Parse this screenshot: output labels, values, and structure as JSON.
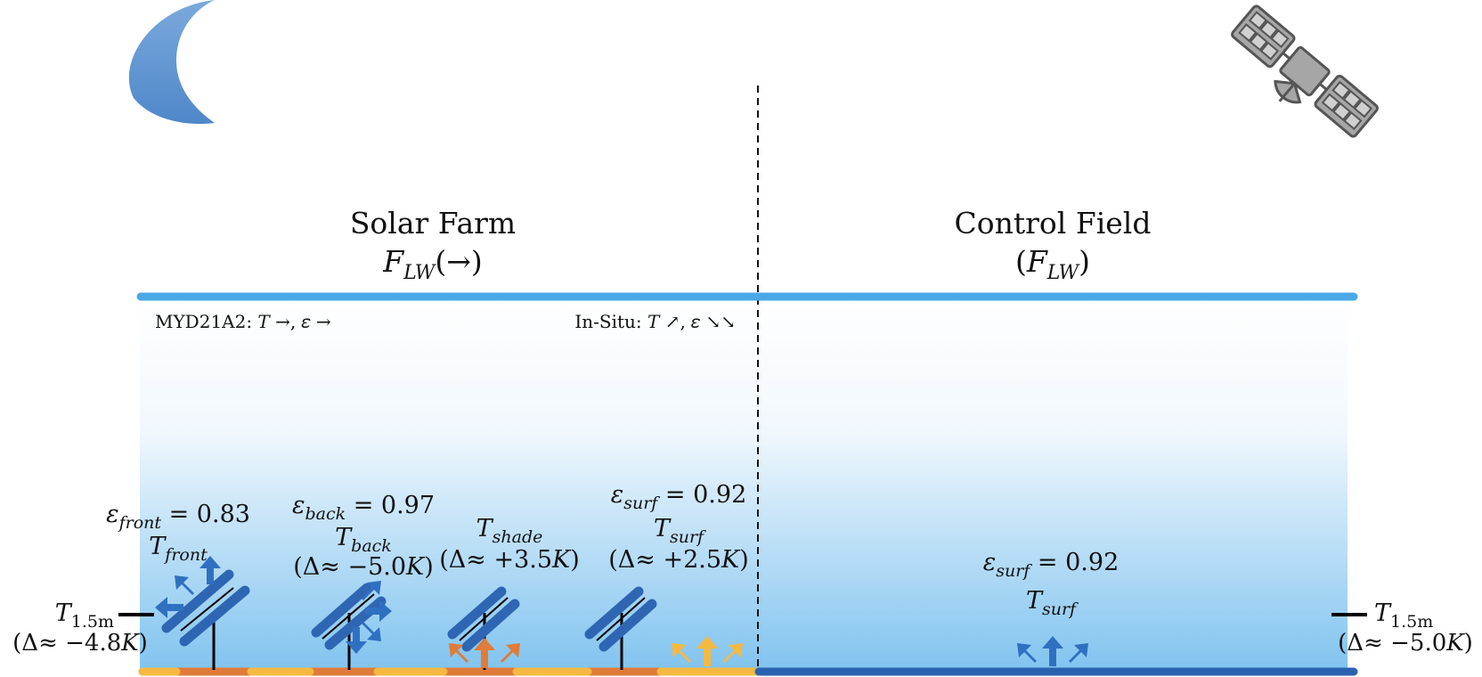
{
  "solar_farm": {
    "title": "Solar Farm",
    "flux_symbol": "F",
    "flux_sub": "LW",
    "flux_suffix": "(→)",
    "modis_note": "MYD21A2: 𝑇 →,  𝜀 →",
    "insitu_note": "In-Situ: 𝑇 ↗,  𝜀 ↘↘",
    "air_temp": {
      "symbol": "T",
      "sub": "1.5m",
      "delta": "(Δ≈ −4.8𝐾)"
    },
    "panel_labels": [
      {
        "line1": "𝜀",
        "line1_sub": "front",
        "line1_rest": " = 0.83",
        "line2": "T",
        "line2_sub": "front",
        "delta": ""
      },
      {
        "line1": "𝜀",
        "line1_sub": "back",
        "line1_rest": " = 0.97",
        "line2": "T",
        "line2_sub": "back",
        "delta": "(Δ≈ −5.0𝐾)"
      },
      {
        "line1": "",
        "line1_sub": "",
        "line1_rest": "",
        "line2": "T",
        "line2_sub": "shade",
        "delta": "(Δ≈ +3.5𝐾)"
      },
      {
        "line1": "𝜀",
        "line1_sub": "surf",
        "line1_rest": " = 0.92",
        "line2": "T",
        "line2_sub": "surf",
        "delta": "(Δ≈ +2.5𝐾)"
      }
    ]
  },
  "control_field": {
    "title": "Control Field",
    "flux_prefix": "(",
    "flux_symbol": "F",
    "flux_sub": "LW",
    "flux_suffix": ")",
    "surf_emissivity": {
      "symbol": "𝜀",
      "sub": "surf",
      "rest": " = 0.92"
    },
    "surf_temp": {
      "symbol": "T",
      "sub": "surf"
    },
    "air_temp": {
      "symbol": "T",
      "sub": "1.5m",
      "delta": "(Δ≈ −5.0𝐾)"
    }
  },
  "colors": {
    "sky_line": "#4aa8e6",
    "gradient_bottom": "#7dc1ee",
    "panel_blue": "#2f66b3",
    "arrow_blue": "#2f70c1",
    "shade_orange": "#e07b39",
    "sun_yellow": "#f5b942",
    "control_ground": "#2a62b0",
    "moon_blue": "#5e95d2",
    "satellite_gray": "#a6a6a6"
  },
  "icons": [
    "moon-icon",
    "satellite-icon"
  ]
}
